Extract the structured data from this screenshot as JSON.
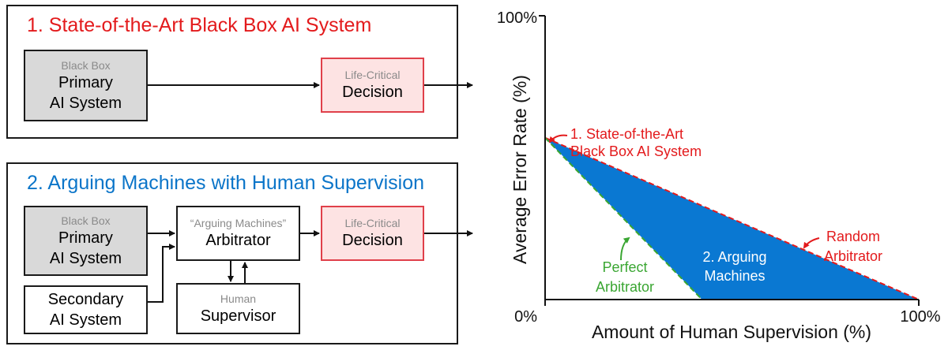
{
  "colors": {
    "panel1_title": "#e31a1c",
    "panel2_title": "#0b75c9",
    "grey_box": "#d9d9d9",
    "red_box_fill": "#fde3e3",
    "red_box_border": "#e0404a",
    "area_fill": "#0a78d2",
    "random_line": "#e31a1c",
    "perfect_line": "#3aa632"
  },
  "panel1": {
    "title": "1. State-of-the-Art Black Box AI System",
    "primary": {
      "small": "Black Box",
      "line1": "Primary",
      "line2": "AI System"
    },
    "decision": {
      "small": "Life-Critical",
      "label": "Decision"
    }
  },
  "panel2": {
    "title": "2. Arguing Machines with Human Supervision",
    "primary": {
      "small": "Black Box",
      "line1": "Primary",
      "line2": "AI System"
    },
    "arbitrator": {
      "small": "“Arguing Machines”",
      "label": "Arbitrator"
    },
    "decision": {
      "small": "Life-Critical",
      "label": "Decision"
    },
    "secondary": {
      "line1": "Secondary",
      "line2": "AI System"
    },
    "supervisor": {
      "small": "Human",
      "label": "Supervisor"
    }
  },
  "chart": {
    "ylabel": "Average Error Rate (%)",
    "xlabel": "Amount of Human Supervision (%)",
    "ytick_top": "100%",
    "xtick_left": "0%",
    "xtick_right": "100%",
    "labels": {
      "sota_line1": "1. State-of-the-Art",
      "sota_line2": "Black Box AI System",
      "random_line1": "Random",
      "random_line2": "Arbitrator",
      "perfect_line1": "Perfect",
      "perfect_line2": "Arbitrator",
      "arguing_line1": "2. Arguing",
      "arguing_line2": "Machines"
    }
  },
  "chart_data": {
    "type": "area",
    "xlim": [
      0,
      100
    ],
    "ylim": [
      0,
      100
    ],
    "series": [
      {
        "name": "Random Arbitrator",
        "x": [
          0,
          100
        ],
        "y": [
          57,
          0
        ]
      },
      {
        "name": "Perfect Arbitrator",
        "x": [
          0,
          42
        ],
        "y": [
          57,
          0
        ]
      }
    ],
    "points": [
      {
        "name": "1. State-of-the-Art Black Box AI System",
        "x": 0,
        "y": 57
      }
    ],
    "regions": [
      {
        "name": "2. Arguing Machines",
        "between": [
          "Perfect Arbitrator",
          "Random Arbitrator"
        ]
      }
    ]
  }
}
